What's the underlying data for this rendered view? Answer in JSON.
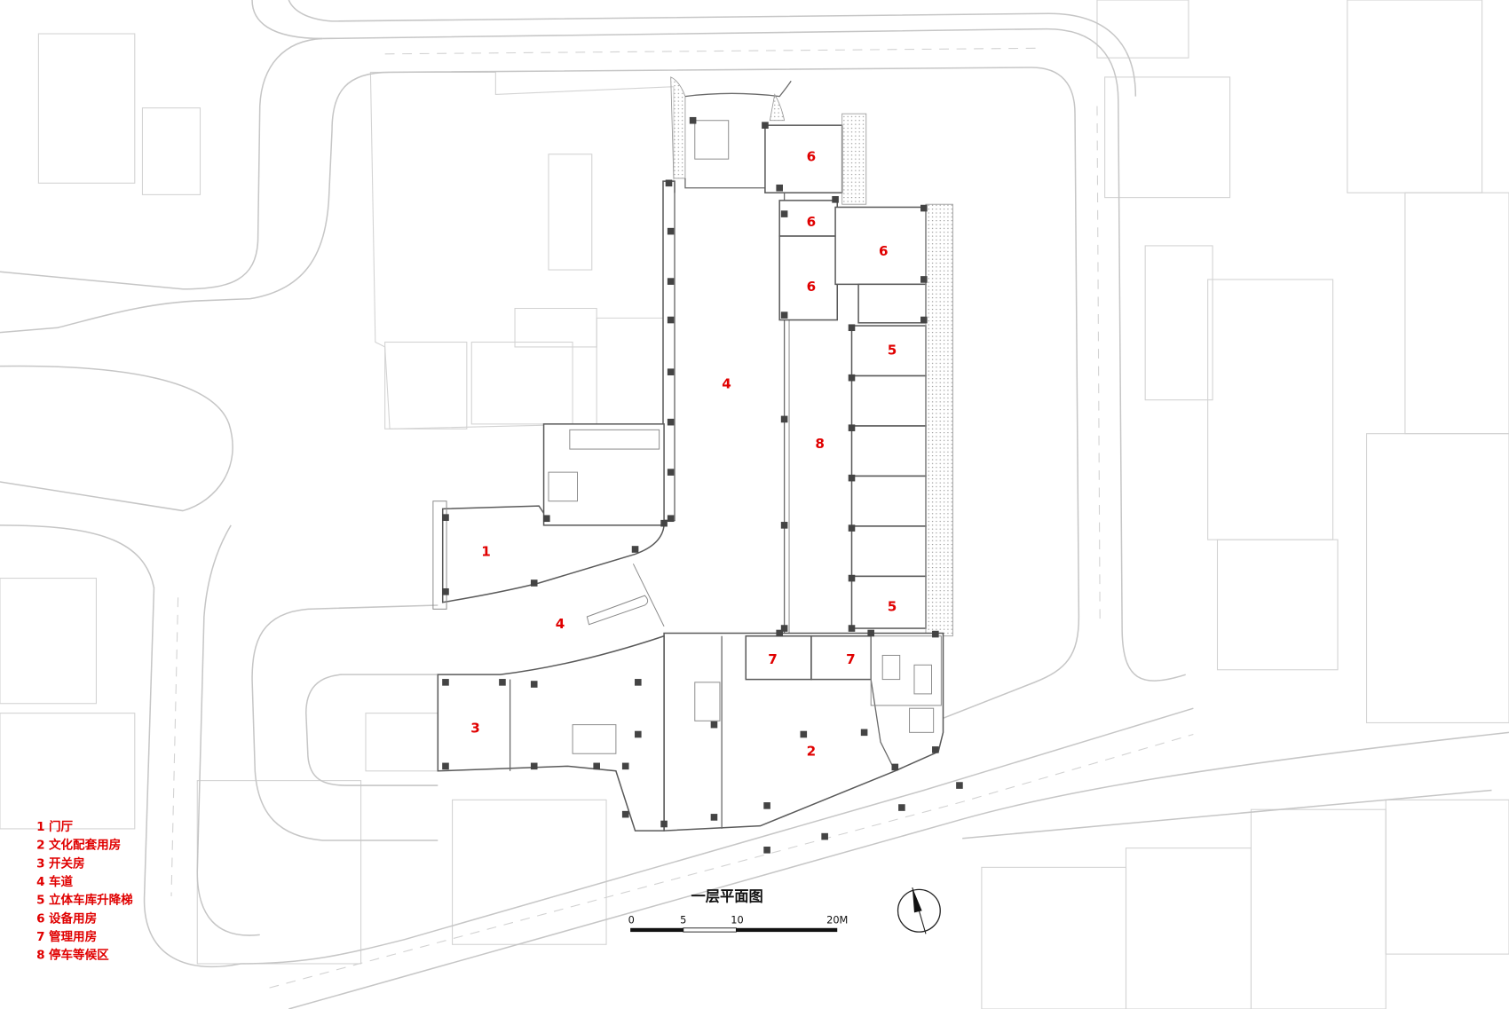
{
  "drawing": {
    "title": "一层平面图",
    "scale_labels": [
      "0",
      "5",
      "10",
      "20M"
    ]
  },
  "room_labels": [
    "6",
    "6",
    "6",
    "6",
    "5",
    "4",
    "8",
    "1",
    "4",
    "5",
    "7",
    "7",
    "3",
    "2"
  ],
  "legend": [
    {
      "number": "1",
      "label": "门厅"
    },
    {
      "number": "2",
      "label": "文化配套用房"
    },
    {
      "number": "3",
      "label": "开关房"
    },
    {
      "number": "4",
      "label": "车道"
    },
    {
      "number": "5",
      "label": "立体车库升降梯"
    },
    {
      "number": "6",
      "label": "设备用房"
    },
    {
      "number": "7",
      "label": "管理用房"
    },
    {
      "number": "8",
      "label": "停车等候区"
    }
  ],
  "colors": {
    "label_red": "#e00000",
    "wall": "#5a5a5a",
    "context_line": "#c6c6c6",
    "column": "#444444"
  }
}
